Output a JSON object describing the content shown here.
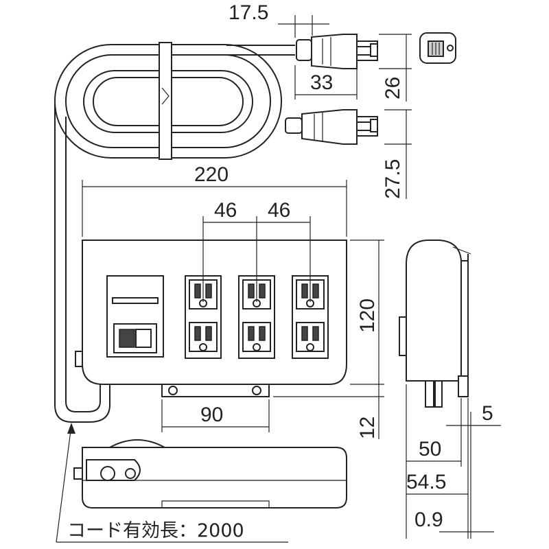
{
  "dimensions": {
    "plug_pin_gap": "17.5",
    "plug_width": "33",
    "plug_height": "26",
    "plug_height_2": "27.5",
    "body_width": "220",
    "outlet_pitch_1": "46",
    "outlet_pitch_2": "46",
    "body_height": "120",
    "bracket_width": "90",
    "bracket_height": "12",
    "side_gap": "5",
    "side_depth": "50",
    "side_depth_total": "54.5",
    "side_thickness": "0.9"
  },
  "cord_note": "コード有効長：2000"
}
